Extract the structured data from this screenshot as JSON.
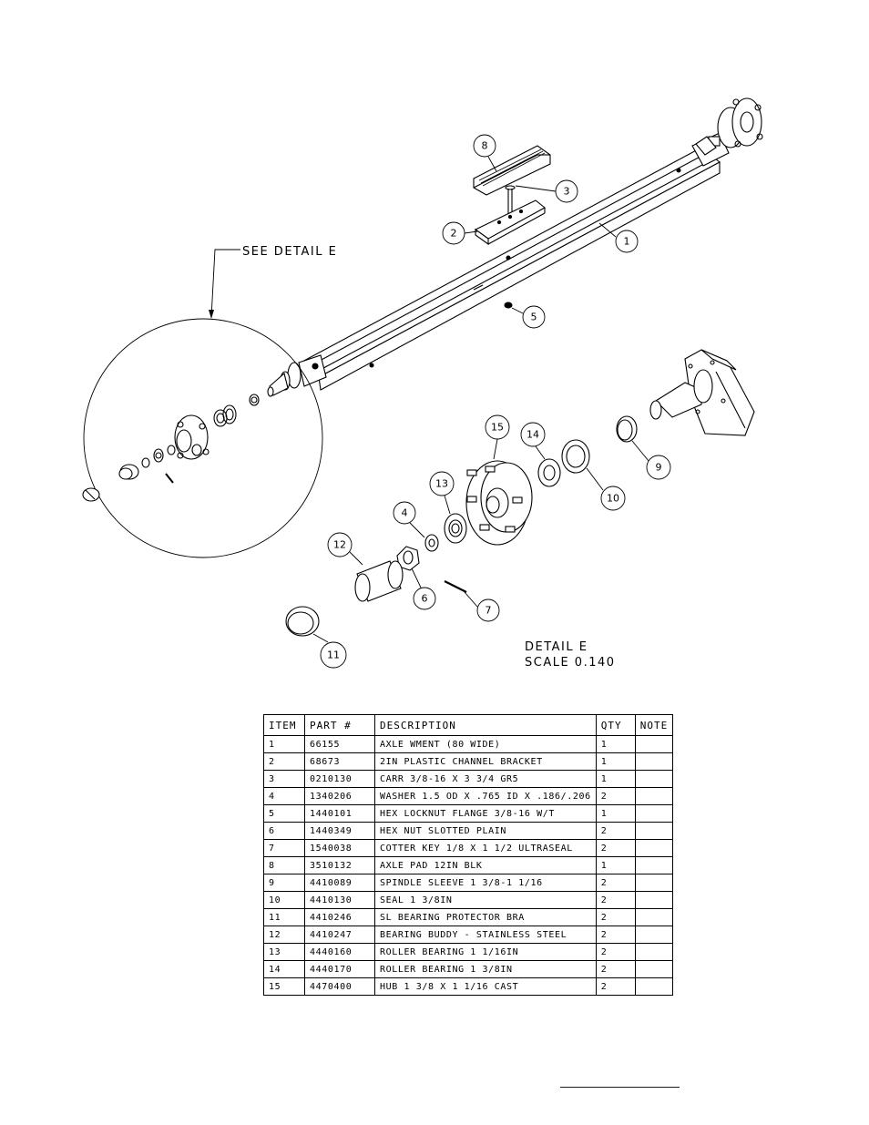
{
  "drawing": {
    "callout_see_detail": "SEE DETAIL  E",
    "detail_title": "DETAIL  E",
    "detail_scale": "SCALE  0.140",
    "balloons": [
      "1",
      "2",
      "3",
      "4",
      "5",
      "6",
      "7",
      "8",
      "9",
      "10",
      "11",
      "12",
      "13",
      "14",
      "15"
    ]
  },
  "bom": {
    "headers": [
      "ITEM",
      "PART #",
      "DESCRIPTION",
      "QTY",
      "NOTE"
    ],
    "rows": [
      [
        "1",
        "66155",
        "AXLE WMENT (80 WIDE)",
        "1",
        ""
      ],
      [
        "2",
        "68673",
        "2IN PLASTIC CHANNEL BRACKET",
        "1",
        ""
      ],
      [
        "3",
        "0210130",
        "CARR 3/8-16 X 3 3/4 GR5",
        "1",
        ""
      ],
      [
        "4",
        "1340206",
        "WASHER 1.5 OD X .765 ID X .186/.206",
        "2",
        ""
      ],
      [
        "5",
        "1440101",
        "HEX LOCKNUT FLANGE 3/8-16 W/T",
        "1",
        ""
      ],
      [
        "6",
        "1440349",
        "HEX NUT SLOTTED PLAIN",
        "2",
        ""
      ],
      [
        "7",
        "1540038",
        "COTTER KEY 1/8 X 1 1/2 ULTRASEAL",
        "2",
        ""
      ],
      [
        "8",
        "3510132",
        "AXLE PAD 12IN  BLK",
        "1",
        ""
      ],
      [
        "9",
        "4410089",
        "SPINDLE SLEEVE  1 3/8-1 1/16",
        "2",
        ""
      ],
      [
        "10",
        "4410130",
        "SEAL  1 3/8IN",
        "2",
        ""
      ],
      [
        "11",
        "4410246",
        "SL BEARING PROTECTOR BRA",
        "2",
        ""
      ],
      [
        "12",
        "4410247",
        "BEARING BUDDY - STAINLESS STEEL",
        "2",
        ""
      ],
      [
        "13",
        "4440160",
        "ROLLER BEARING   1 1/16IN",
        "2",
        ""
      ],
      [
        "14",
        "4440170",
        "ROLLER BEARING   1 3/8IN",
        "2",
        ""
      ],
      [
        "15",
        "4470400",
        "HUB  1 3/8 X 1 1/16 CAST",
        "2",
        ""
      ]
    ]
  }
}
